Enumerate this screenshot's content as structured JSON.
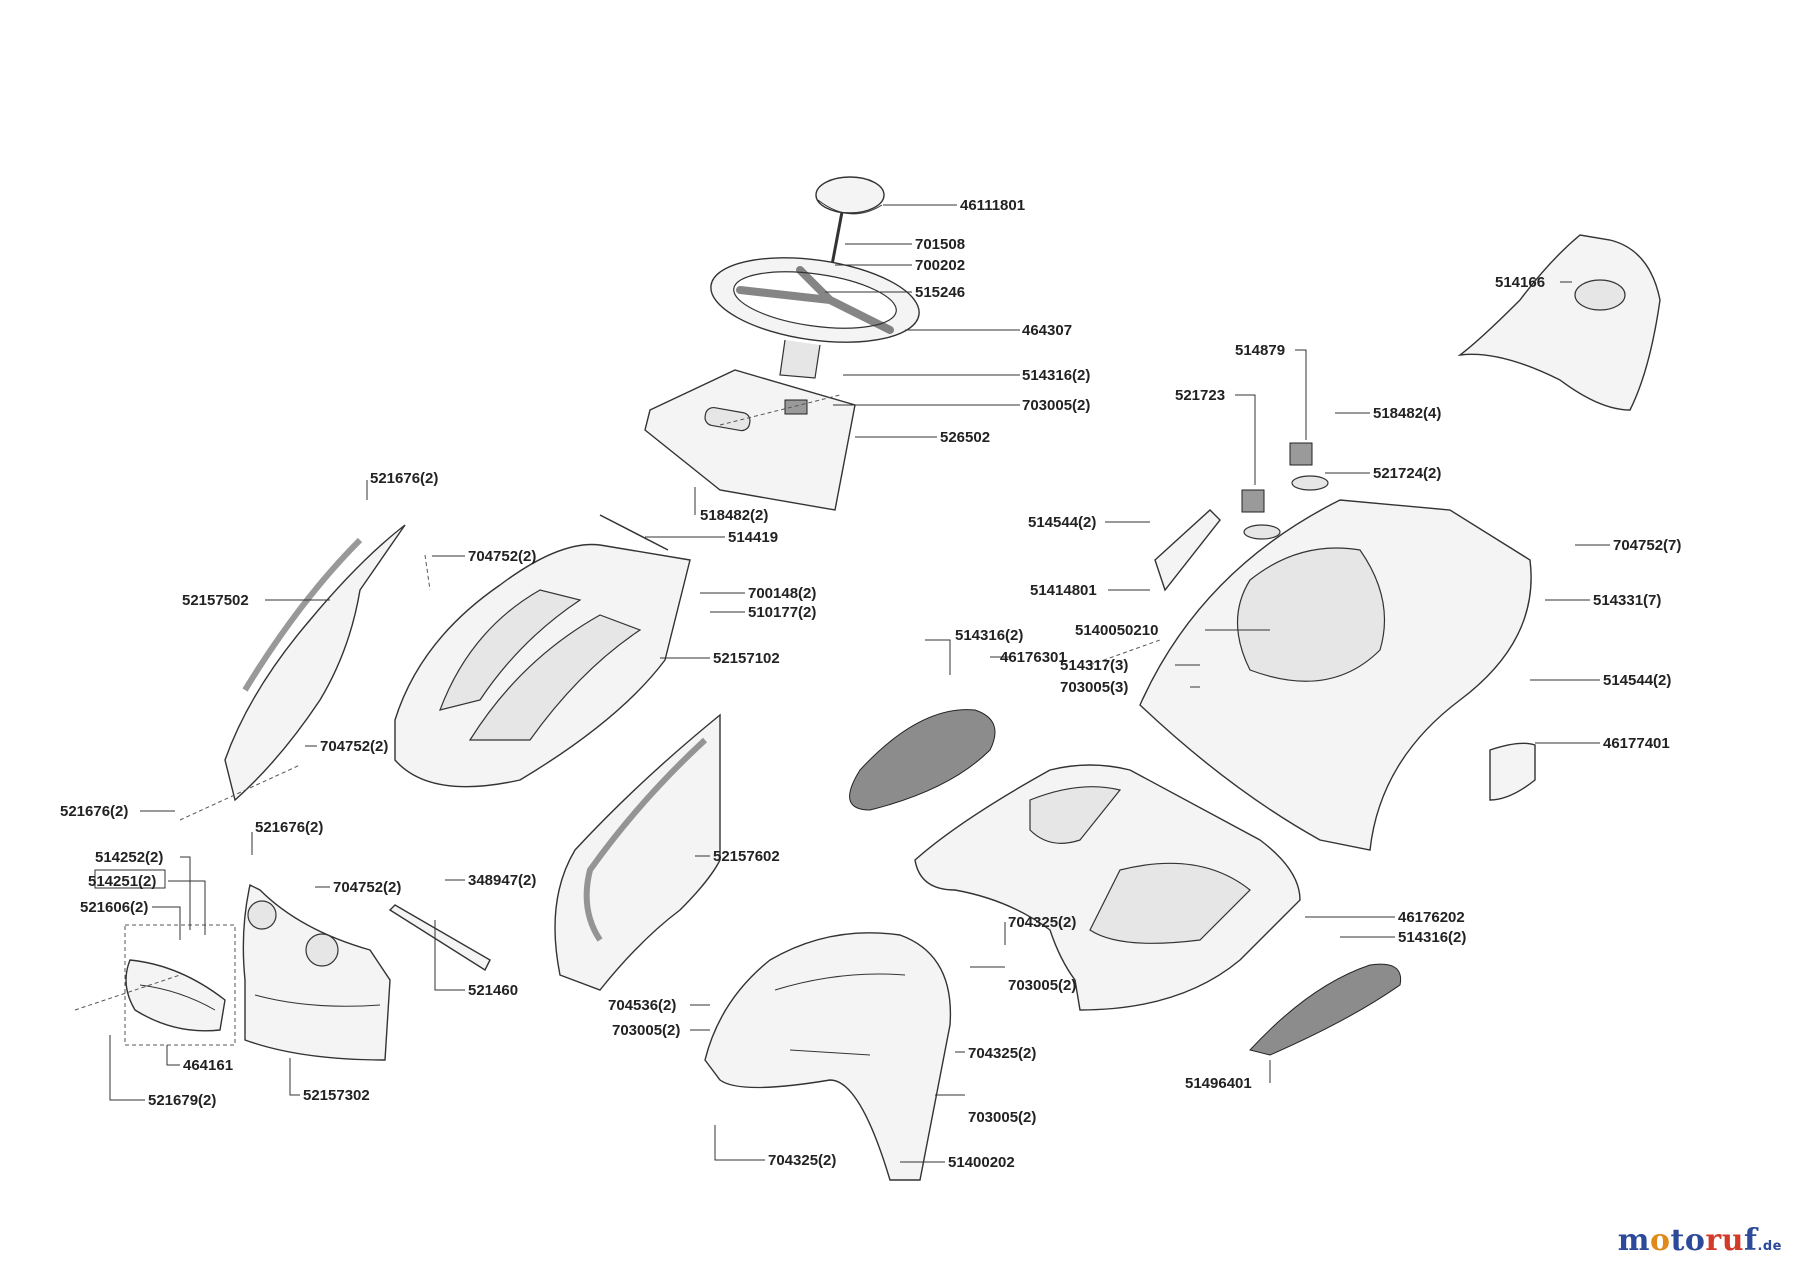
{
  "labels": [
    {
      "id": "l1",
      "text": "46111801"
    },
    {
      "id": "l2",
      "text": "701508"
    },
    {
      "id": "l3",
      "text": "700202"
    },
    {
      "id": "l4",
      "text": "515246"
    },
    {
      "id": "l5",
      "text": "464307"
    },
    {
      "id": "l6",
      "text": "514316(2)"
    },
    {
      "id": "l7",
      "text": "703005(2)"
    },
    {
      "id": "l8",
      "text": "526502"
    },
    {
      "id": "l9",
      "text": "518482(2)"
    },
    {
      "id": "l10",
      "text": "514419"
    },
    {
      "id": "l11",
      "text": "521676(2)"
    },
    {
      "id": "l12",
      "text": "704752(2)"
    },
    {
      "id": "l13",
      "text": "52157502"
    },
    {
      "id": "l14",
      "text": "700148(2)"
    },
    {
      "id": "l15",
      "text": "510177(2)"
    },
    {
      "id": "l16",
      "text": "52157102"
    },
    {
      "id": "l17",
      "text": "704752(2)"
    },
    {
      "id": "l18",
      "text": "521676(2)"
    },
    {
      "id": "l19",
      "text": "521676(2)"
    },
    {
      "id": "l20",
      "text": "514252(2)"
    },
    {
      "id": "l21",
      "text": "514251(2)"
    },
    {
      "id": "l22",
      "text": "521606(2)"
    },
    {
      "id": "l23",
      "text": "704752(2)"
    },
    {
      "id": "l24",
      "text": "348947(2)"
    },
    {
      "id": "l25",
      "text": "52157602"
    },
    {
      "id": "l26",
      "text": "521460"
    },
    {
      "id": "l27",
      "text": "464161"
    },
    {
      "id": "l28",
      "text": "52157302"
    },
    {
      "id": "l29",
      "text": "521679(2)"
    },
    {
      "id": "l30",
      "text": "704536(2)"
    },
    {
      "id": "l31",
      "text": "703005(2)"
    },
    {
      "id": "l32",
      "text": "704325(2)"
    },
    {
      "id": "l33",
      "text": "703005(2)"
    },
    {
      "id": "l34",
      "text": "704325(2)"
    },
    {
      "id": "l35",
      "text": "703005(2)"
    },
    {
      "id": "l36",
      "text": "704325(2)"
    },
    {
      "id": "l37",
      "text": "51400202"
    },
    {
      "id": "l38",
      "text": "514166"
    },
    {
      "id": "l39",
      "text": "514879"
    },
    {
      "id": "l40",
      "text": "521723"
    },
    {
      "id": "l41",
      "text": "518482(4)"
    },
    {
      "id": "l42",
      "text": "521724(2)"
    },
    {
      "id": "l43",
      "text": "514544(2)"
    },
    {
      "id": "l44",
      "text": "51414801"
    },
    {
      "id": "l45",
      "text": "5140050210"
    },
    {
      "id": "l46",
      "text": "704752(7)"
    },
    {
      "id": "l47",
      "text": "514331(7)"
    },
    {
      "id": "l48",
      "text": "514316(2)"
    },
    {
      "id": "l49",
      "text": "46176301"
    },
    {
      "id": "l50",
      "text": "514317(3)"
    },
    {
      "id": "l51",
      "text": "703005(3)"
    },
    {
      "id": "l52",
      "text": "514544(2)"
    },
    {
      "id": "l53",
      "text": "46177401"
    },
    {
      "id": "l54",
      "text": "46176202"
    },
    {
      "id": "l55",
      "text": "514316(2)"
    },
    {
      "id": "l56",
      "text": "51496401"
    }
  ],
  "watermark": {
    "p1": "m",
    "p2": "o",
    "p3": "to",
    "p4": "ru",
    "p5": "f",
    "tld": ".de"
  }
}
